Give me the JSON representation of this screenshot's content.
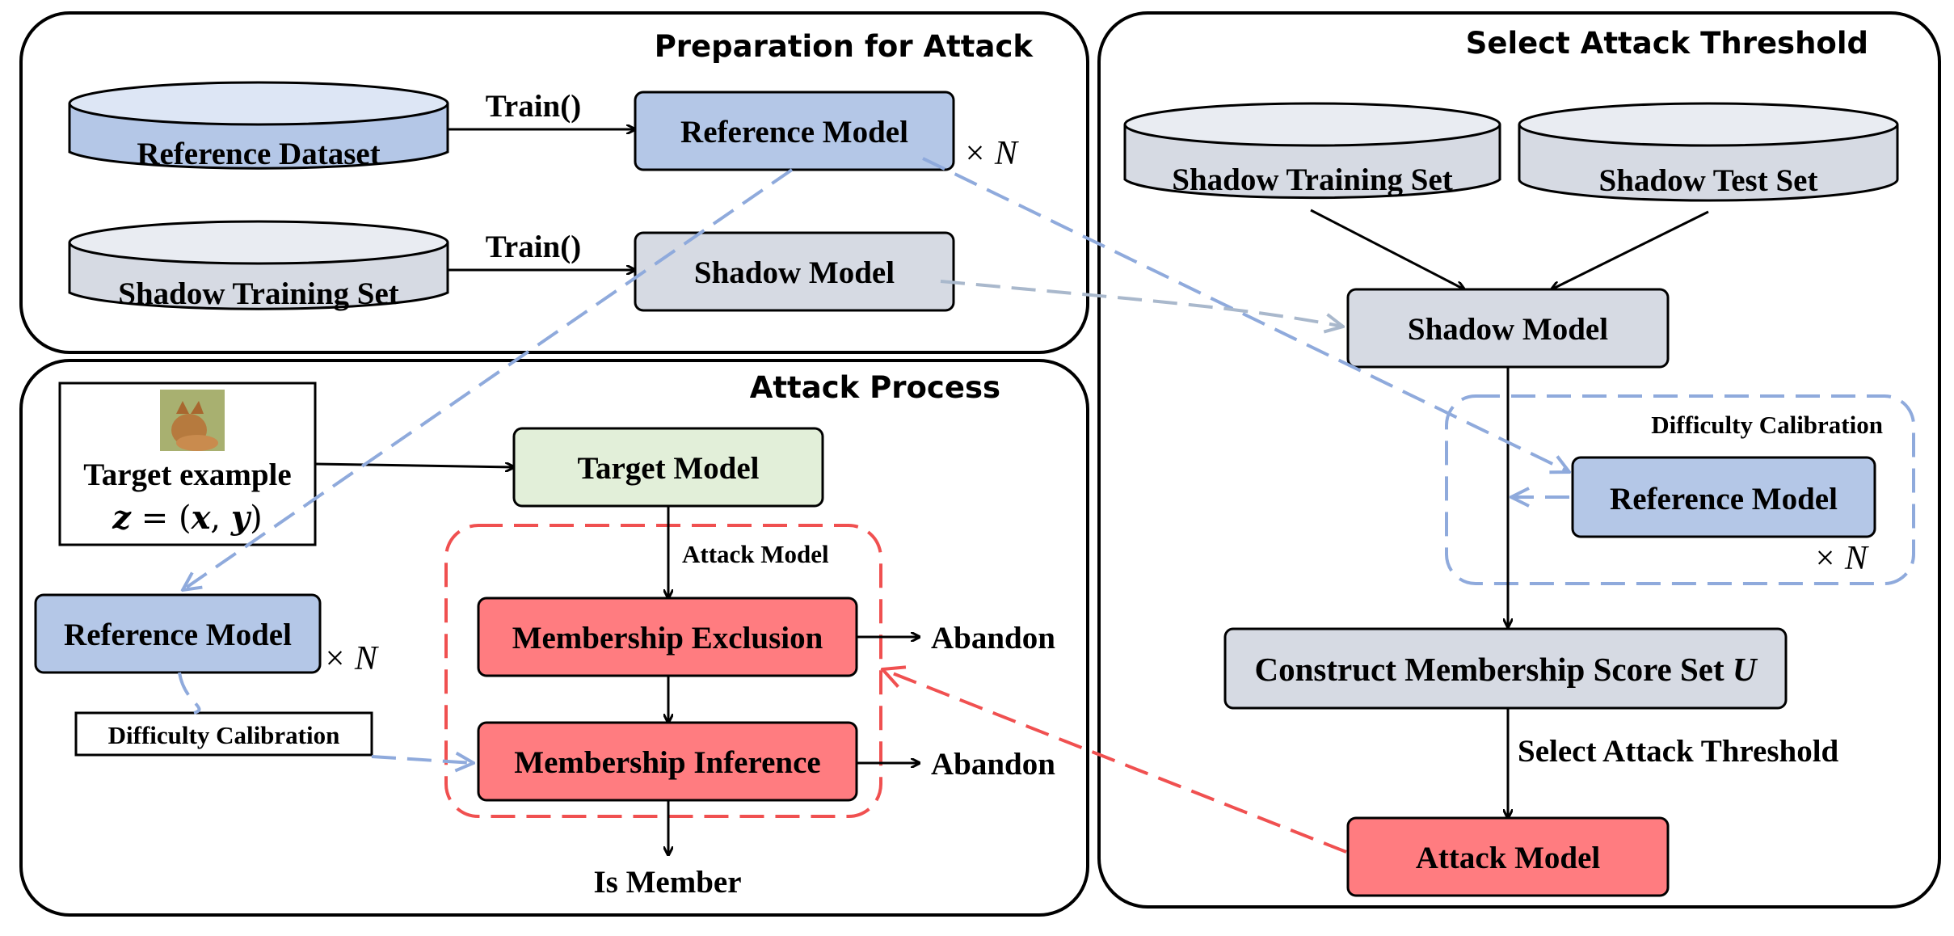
{
  "panels": {
    "preparation_title": "Preparation for Attack",
    "attack_process_title": "Attack Process",
    "select_threshold_title": "Select Attack Threshold"
  },
  "preparation": {
    "reference_dataset": "Reference Dataset",
    "shadow_training_set": "Shadow Training Set",
    "train_label_1": "Train()",
    "train_label_2": "Train()",
    "reference_model": "Reference Model",
    "shadow_model": "Shadow Model",
    "times_n": "× N"
  },
  "attack_process": {
    "target_example_line1": "Target example",
    "target_example_line2": "z = (x, y)",
    "target_model": "Target Model",
    "attack_model_label": "Attack Model",
    "membership_exclusion": "Membership Exclusion",
    "membership_inference": "Membership Inference",
    "abandon_1": "Abandon",
    "abandon_2": "Abandon",
    "is_member": "Is Member",
    "reference_model": "Reference Model",
    "times_n": "× N",
    "difficulty_calibration": "Difficulty Calibration"
  },
  "select_threshold": {
    "shadow_training_set": "Shadow Training Set",
    "shadow_test_set": "Shadow Test Set",
    "shadow_model": "Shadow Model",
    "difficulty_calibration": "Difficulty Calibration",
    "reference_model": "Reference Model",
    "times_n": "× N",
    "construct_score_set": "Construct Membership Score Set U",
    "select_threshold_label": "Select Attack Threshold",
    "attack_model": "Attack Model"
  },
  "colors": {
    "reference_blue": "#b4c7e7",
    "shadow_grey": "#d6dae3",
    "target_green": "#e2efd9",
    "attack_red": "#ff7c80",
    "dash_blue": "#8faadc",
    "dash_red": "#f05050"
  },
  "icons": {
    "target_image": "cat-photo-icon"
  }
}
